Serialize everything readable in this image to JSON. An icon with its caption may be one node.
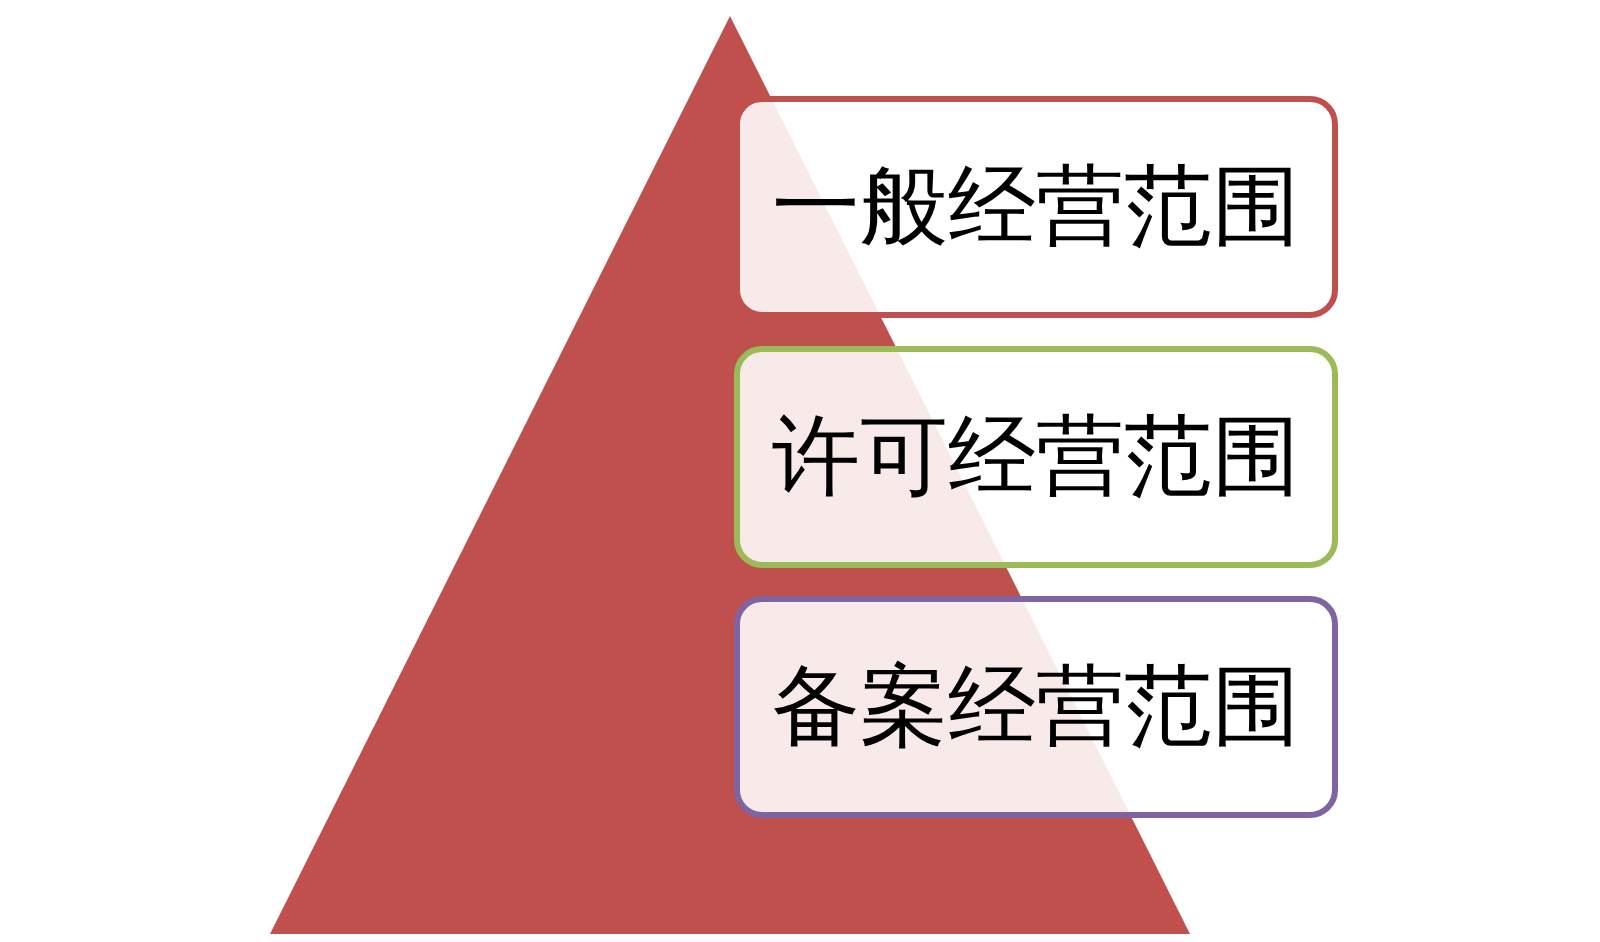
{
  "diagram": {
    "nodes": [
      {
        "text": [
          "一般经营范围"
        ]
      },
      {
        "text": [
          "许可经营范围"
        ]
      },
      {
        "text": [
          "备案经营范围"
        ]
      }
    ]
  }
}
